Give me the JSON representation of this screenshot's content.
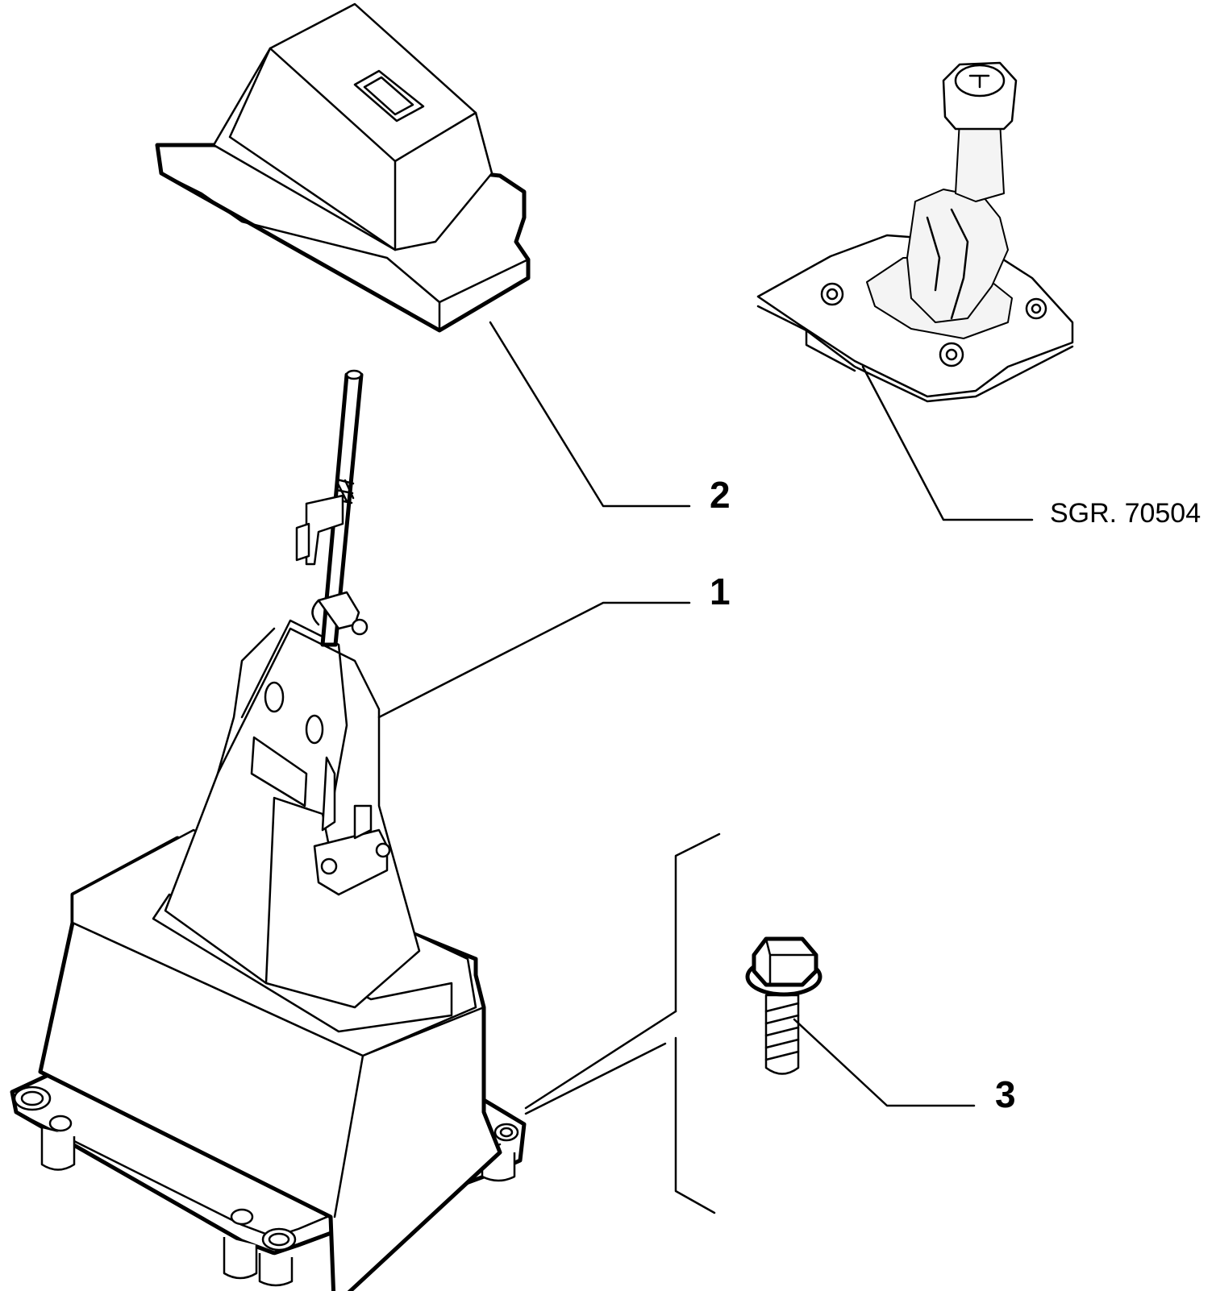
{
  "callouts": {
    "part_1": "1",
    "part_2": "2",
    "part_3": "3",
    "reference": "SGR. 70504"
  }
}
